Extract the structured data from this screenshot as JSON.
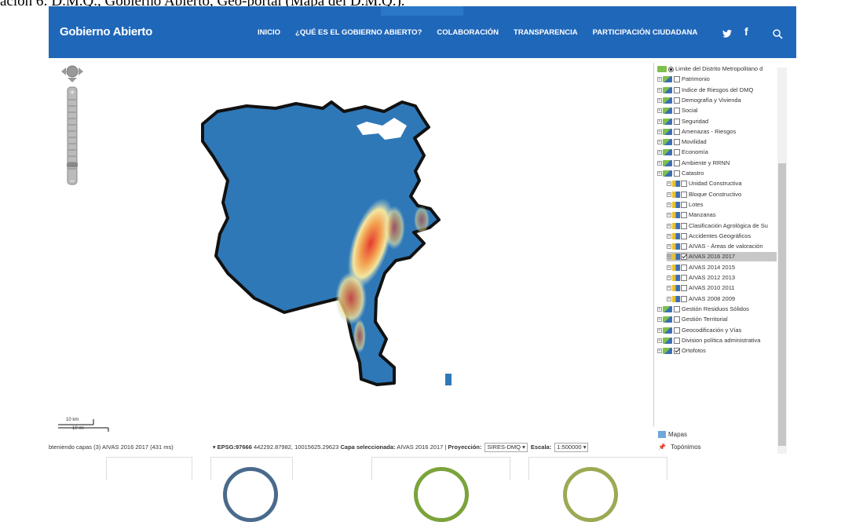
{
  "caption": "ación 6: D.M.Q., Gobierno Abierto, Geo-portal (Mapa del D.M.Q.).",
  "navbar": {
    "brand": "Gobierno Abierto",
    "menu": [
      "INICIO",
      "¿QUÉ ES EL GOBIERNO ABIERTO?",
      "COLABORACIÓN",
      "TRANSPARENCIA",
      "PARTICIPACIÓN CIUDADANA"
    ],
    "twitter": "🐦",
    "facebook": "f",
    "search": "⌕",
    "color": "#1f67b9"
  },
  "map": {
    "scale_km": "10 km",
    "scale_mi": "10 mi"
  },
  "layers": [
    {
      "label": "Limite del Distrito Metropolitano d",
      "level": 0,
      "kind": "radio"
    },
    {
      "label": "Patrimonio",
      "level": 0
    },
    {
      "label": "Indice de Riesgos del DMQ",
      "level": 0
    },
    {
      "label": "Demografía y Vivienda",
      "level": 0
    },
    {
      "label": "Social",
      "level": 0
    },
    {
      "label": "Seguridad",
      "level": 0
    },
    {
      "label": "Amenazas - Riesgos",
      "level": 0
    },
    {
      "label": "Movilidad",
      "level": 0
    },
    {
      "label": "Economía",
      "level": 0
    },
    {
      "label": "Ambiente y RRNN",
      "level": 0
    },
    {
      "label": "Catastro",
      "level": 0
    },
    {
      "label": "Unidad Constructiva",
      "level": 1
    },
    {
      "label": "Bloque Constructivo",
      "level": 1
    },
    {
      "label": "Lotes",
      "level": 1
    },
    {
      "label": "Manzanas",
      "level": 1
    },
    {
      "label": "Clasificación Agrológica de Su",
      "level": 1
    },
    {
      "label": "Accidentes Geográficos",
      "level": 1
    },
    {
      "label": "AIVAS - Áreas de valoración",
      "level": 1
    },
    {
      "label": "AIVAS 2016 2017",
      "level": 1,
      "checked": true,
      "highlight": true
    },
    {
      "label": "AIVAS 2014 2015",
      "level": 1
    },
    {
      "label": "AIVAS 2012 2013",
      "level": 1
    },
    {
      "label": "AIVAS 2010 2011",
      "level": 1
    },
    {
      "label": "AIVAS 2008 2009",
      "level": 1
    },
    {
      "label": "Gestión Residuos Sólidos",
      "level": 0
    },
    {
      "label": "Gestión Territorial",
      "level": 0
    },
    {
      "label": "Geocodificación y Vías",
      "level": 0
    },
    {
      "label": "Division política administrativa",
      "level": 0
    },
    {
      "label": "Ortofotos",
      "level": 0,
      "checked": true
    }
  ],
  "tabs": {
    "maps": "Mapas",
    "toponyms": "Topónimos"
  },
  "status": {
    "loading": "bteniendo capas (3) AIVAS 2016 2017 (431 ms)",
    "epsg_label": "EPSG:97666",
    "coords": "442292.87982, 10015625.29623",
    "selected_label": "Capa seleccionada:",
    "selected_value": "AIVAS 2016 2017",
    "proj_label": "Proyección:",
    "proj_value": "SIRES-DMQ",
    "scale_label": "Escala:",
    "scale_value": "1:500000"
  }
}
